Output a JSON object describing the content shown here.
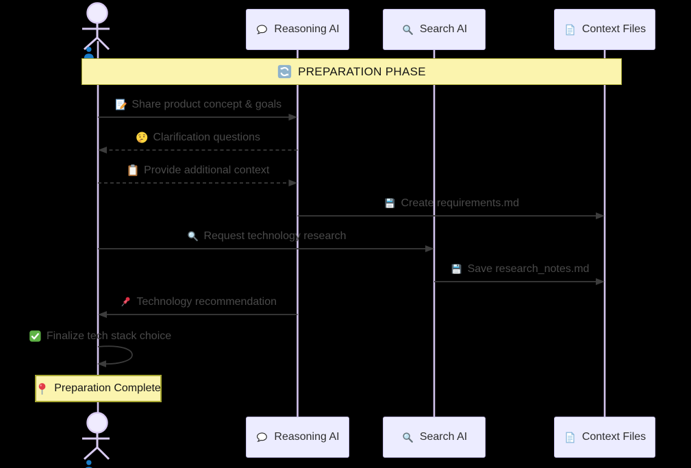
{
  "diagram_title": "PREPARATION PHASE sequence diagram",
  "colors": {
    "background": "#000000",
    "participant_fill": "#ECECFF",
    "participant_border": "#C6BFEA",
    "lifeline": "#D5C6F0",
    "actor_stroke": "#D9CBF2",
    "actor_head_fill": "#EFEBFE",
    "arrow": "#3C3C3C",
    "message_text": "#4A4A4A",
    "note_fill": "#FBF4AE",
    "note_border": "#AAAA33",
    "note_text": "#141414",
    "person_blue": "#1A7DC9"
  },
  "actor": {
    "id": "user",
    "icon": "person-icon",
    "label": ""
  },
  "participants": [
    {
      "id": "reasoning",
      "label": "Reasoning AI",
      "icon": "speech-balloon-icon"
    },
    {
      "id": "search",
      "label": "Search AI",
      "icon": "magnifier-icon"
    },
    {
      "id": "context",
      "label": "Context Files",
      "icon": "page-icon"
    }
  ],
  "band": {
    "label": "PREPARATION PHASE",
    "icon": "arrows-cycle-icon"
  },
  "messages": [
    {
      "from": "user",
      "to": "reasoning",
      "label": "Share product concept & goals",
      "icon": "memo-icon",
      "line": "solid"
    },
    {
      "from": "reasoning",
      "to": "user",
      "label": "Clarification questions",
      "icon": "thinking-face-icon",
      "line": "dashed"
    },
    {
      "from": "user",
      "to": "reasoning",
      "label": "Provide additional context",
      "icon": "clipboard-icon",
      "line": "dashed"
    },
    {
      "from": "reasoning",
      "to": "context",
      "label": "Create requirements.md",
      "icon": "floppy-icon",
      "line": "solid"
    },
    {
      "from": "user",
      "to": "search",
      "label": "Request technology research",
      "icon": "magnifier-icon",
      "line": "solid"
    },
    {
      "from": "search",
      "to": "context",
      "label": "Save research_notes.md",
      "icon": "floppy-icon",
      "line": "solid"
    },
    {
      "from": "reasoning",
      "to": "user",
      "label": "Technology recommendation",
      "icon": "pushpin-icon",
      "line": "solid"
    },
    {
      "from": "user",
      "to": "user",
      "label": "Finalize tech stack choice",
      "icon": "check-icon",
      "line": "self"
    }
  ],
  "note": {
    "label": "Preparation Complete",
    "icon": "round-pin-icon"
  }
}
